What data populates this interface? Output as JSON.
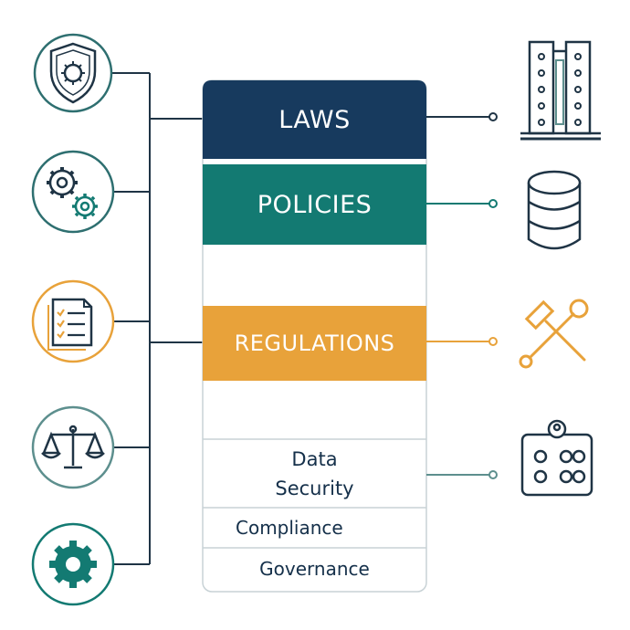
{
  "diagram": {
    "bands": {
      "laws": "LAWS",
      "policies": "POLICIES",
      "regulations": "REGULATIONS",
      "data_line1": "Data",
      "data_line2": "Security",
      "compliance": "Compliance",
      "governance": "Governance"
    },
    "left_icons": [
      "shield-virus-icon",
      "gears-icon",
      "checklist-document-icon",
      "balance-scale-icon",
      "cog-icon"
    ],
    "right_icons": [
      "office-building-icon",
      "database-icon",
      "hammer-wrench-icon",
      "security-panel-icon"
    ],
    "colors": {
      "navy": "#173a5e",
      "teal": "#137a72",
      "amber": "#e8a23a",
      "gray_teal": "#5d8f8e",
      "dark": "#1f3445"
    }
  }
}
